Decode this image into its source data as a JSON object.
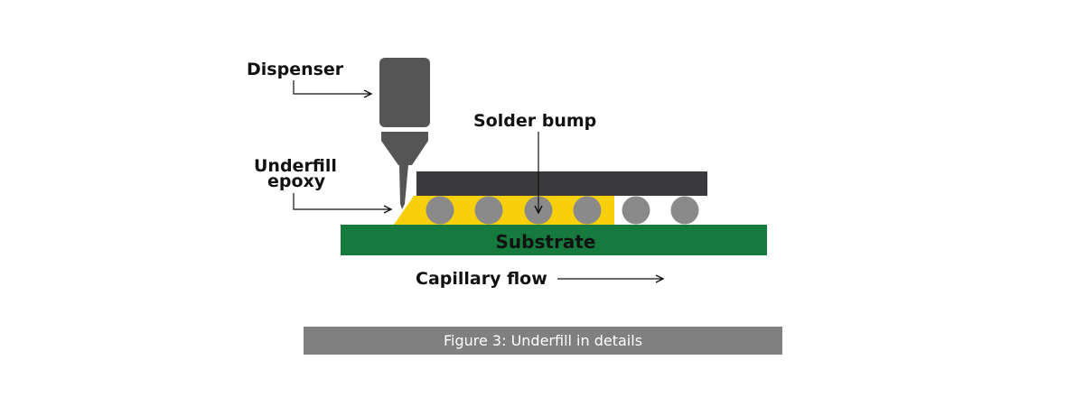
{
  "labels": {
    "dispenser": "Dispenser",
    "underfill_line1": "Underfill",
    "underfill_line2": "epoxy",
    "solder_bump": "Solder bump",
    "substrate": "Substrate",
    "capillary_flow": "Capillary flow"
  },
  "caption": "Figure 3: Underfill in details",
  "colors": {
    "dispenser": "#555555",
    "chip": "#3a3a3c",
    "epoxy": "#f7cf0a",
    "bump": "#8a8a8a",
    "substrate": "#167a3e",
    "substrate_text": "#ffffff",
    "caption_bg": "#808080",
    "line": "#111111"
  }
}
